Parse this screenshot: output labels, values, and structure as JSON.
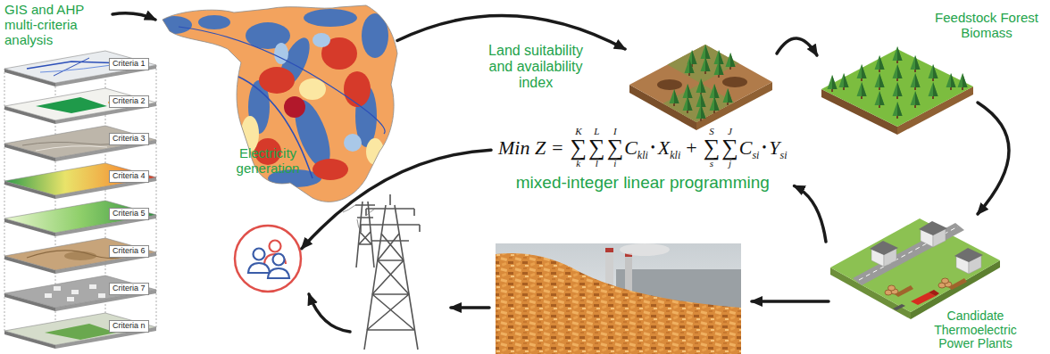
{
  "diagram": {
    "nodes": [
      {
        "text": [
          "GIS and AHP multi-criteria analysis"
        ]
      },
      {
        "text": [
          "Criteria 1"
        ]
      },
      {
        "text": [
          "Criteria 2"
        ]
      },
      {
        "text": [
          "Criteria 3"
        ]
      },
      {
        "text": [
          "Criteria 4"
        ]
      },
      {
        "text": [
          "Criteria 5"
        ]
      },
      {
        "text": [
          "Criteria 6"
        ]
      },
      {
        "text": [
          "Criteria 7"
        ]
      },
      {
        "text": [
          "Criteria n"
        ]
      },
      {
        "text": [
          "Land suitability and availability index"
        ]
      },
      {
        "text": [
          "Feedstock Forest Biomass"
        ]
      },
      {
        "text": [
          "Candidate Thermoelectric Power Plants"
        ]
      },
      {
        "text": [
          "mixed-integer linear programming"
        ]
      },
      {
        "text": [
          "Electricity generation"
        ]
      }
    ],
    "edges": [
      {
        "from": 0,
        "to": 9,
        "arrow": "to"
      },
      {
        "from": 9,
        "to": 10,
        "arrow": "to"
      },
      {
        "from": 10,
        "to": 11,
        "arrow": "to"
      },
      {
        "from": 11,
        "to": 12,
        "arrow": "to"
      },
      {
        "from": 12,
        "to": 13,
        "arrow": "to"
      }
    ],
    "labels": [
      "Min Z =",
      "∑",
      "K",
      "k",
      "∑",
      "L",
      "l",
      "∑",
      "I",
      "i",
      "C",
      "kli",
      "•",
      "X",
      "kli",
      "+",
      "∑",
      "S",
      "s",
      "∑",
      "J",
      "j",
      "C",
      "si",
      "•",
      "Y",
      "si"
    ]
  }
}
